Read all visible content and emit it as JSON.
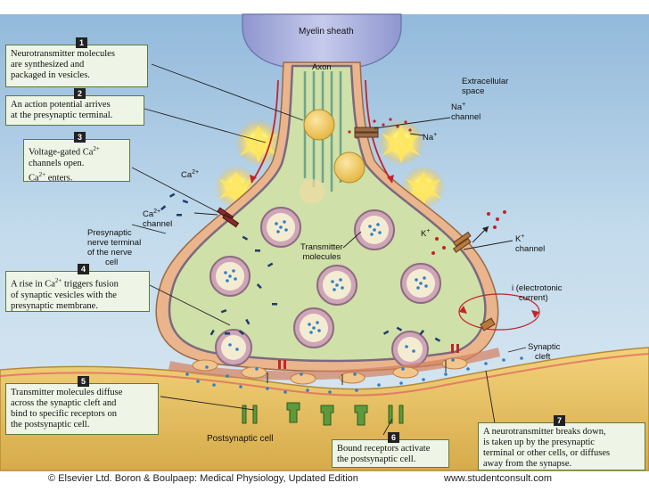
{
  "labels": {
    "myelin_sheath": "Myelin sheath",
    "axon": "Axon",
    "extracellular": [
      "Extracellular",
      "space"
    ],
    "na_channel": [
      "Na",
      "channel"
    ],
    "na_ion": "Na",
    "ca_ion": "Ca",
    "ca_channel": [
      "Ca",
      "channel"
    ],
    "presynaptic_terminal": [
      "Presynaptic",
      "nerve terminal",
      "of the nerve",
      "cell"
    ],
    "transmitter_molecules": [
      "Transmitter",
      "molecules"
    ],
    "k_ion": "K",
    "k_channel": [
      "K",
      "channel"
    ],
    "electrotonic": [
      "i (electrotonic",
      "current)"
    ],
    "synaptic_cleft": [
      "Synaptic",
      "cleft"
    ],
    "postsynaptic_cell": "Postsynaptic cell",
    "plus": "+",
    "two_plus": "2+"
  },
  "callouts": [
    {
      "num": "1",
      "lines": [
        "Neurotransmitter molecules",
        "are synthesized and",
        "packaged in vesicles."
      ]
    },
    {
      "num": "2",
      "lines": [
        "An action potential arrives",
        "at the presynaptic terminal."
      ]
    },
    {
      "num": "3",
      "lines": [
        "Voltage-gated Ca",
        "channels open.",
        "Ca",
        " enters."
      ]
    },
    {
      "num": "4",
      "lines": [
        "A rise in Ca",
        " triggers fusion",
        "of synaptic vesicles with the",
        "presynaptic membrane."
      ]
    },
    {
      "num": "5",
      "lines": [
        "Transmitter molecules diffuse",
        "across the synaptic cleft and",
        "bind to specific receptors on",
        "the postsynaptic cell."
      ]
    },
    {
      "num": "6",
      "lines": [
        "Bound receptors activate",
        "the postsynaptic cell."
      ]
    },
    {
      "num": "7",
      "lines": [
        "A neurotransmitter breaks down,",
        "is taken up by the presynaptic",
        "terminal or other cells, or diffuses",
        "away from the synapse."
      ]
    }
  ],
  "footer": {
    "copyright": "© Elsevier Ltd. Boron & Boulpaep: Medical Physiology, Updated Edition",
    "url": "www.studentconsult.com"
  },
  "colors": {
    "extracellular_bg": "#bcd7ea",
    "terminal_fill": "#cfe0a8",
    "membrane": "#e8b48c",
    "vesicle": "#f1c659",
    "myelin": "#a9b0d8",
    "postsynaptic": "#e9c86c",
    "callout_bg": "#eef5e6"
  }
}
